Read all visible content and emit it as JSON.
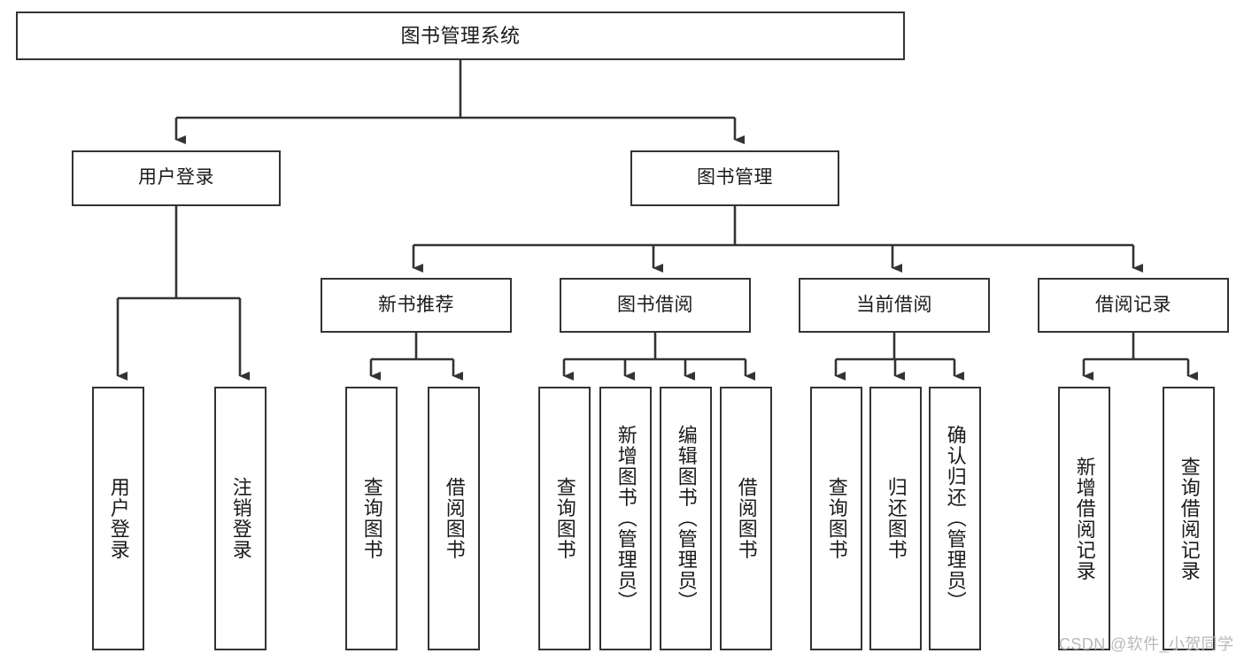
{
  "diagram": {
    "title": "图书管理系统",
    "watermark": "CSDN @软件_小贺同学",
    "line_color": "#333333",
    "box_fill": "#ffffff",
    "text_color": "#1a1a1a",
    "nodes": {
      "root": {
        "label": "图书管理系统"
      },
      "level2": [
        {
          "label": "用户登录"
        },
        {
          "label": "图书管理"
        }
      ],
      "level3": [
        {
          "label": "新书推荐"
        },
        {
          "label": "图书借阅"
        },
        {
          "label": "当前借阅"
        },
        {
          "label": "借阅记录"
        }
      ],
      "leaves": {
        "user_login": [
          {
            "label": "用户登录"
          },
          {
            "label": "注销登录"
          }
        ],
        "new_book_recommend": [
          {
            "label": "查询图书"
          },
          {
            "label": "借阅图书"
          }
        ],
        "book_borrow": [
          {
            "label": "查询图书"
          },
          {
            "label": "新增图书（管理员）"
          },
          {
            "label": "编辑图书（管理员）"
          },
          {
            "label": "借阅图书"
          }
        ],
        "current_borrow": [
          {
            "label": "查询图书"
          },
          {
            "label": "归还图书"
          },
          {
            "label": "确认归还（管理员）"
          }
        ],
        "borrow_record": [
          {
            "label": "新增借阅记录"
          },
          {
            "label": "查询借阅记录"
          }
        ]
      }
    }
  }
}
